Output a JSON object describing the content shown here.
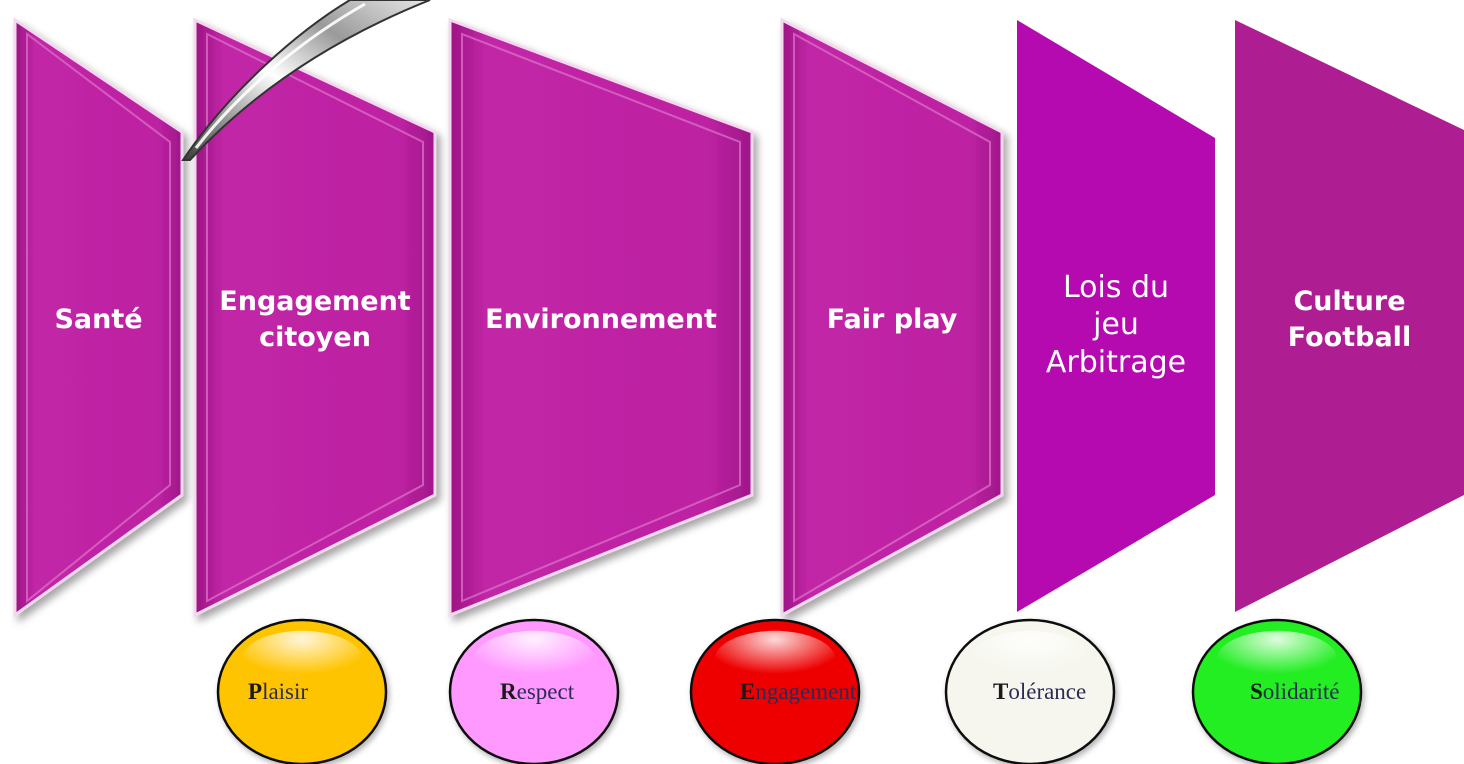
{
  "panels": [
    {
      "id": "sante",
      "lines": [
        "Santé"
      ],
      "style": "bold",
      "color": "#bb1f9f",
      "beveled": true
    },
    {
      "id": "engagement-citoyen",
      "lines": [
        "Engagement",
        "citoyen"
      ],
      "style": "bold",
      "color": "#bb1f9f",
      "beveled": true
    },
    {
      "id": "environnement",
      "lines": [
        "Environnement"
      ],
      "style": "bold",
      "color": "#bb1f9f",
      "beveled": true
    },
    {
      "id": "fair-play",
      "lines": [
        "Fair play"
      ],
      "style": "bold",
      "color": "#bb1f9f",
      "beveled": true
    },
    {
      "id": "lois-du-jeu",
      "lines": [
        "Lois du",
        "jeu",
        "Arbitrage"
      ],
      "style": "light",
      "color": "#b40ab0",
      "beveled": false
    },
    {
      "id": "culture-football",
      "lines": [
        "Culture",
        "Football"
      ],
      "style": "bold",
      "color": "#ae1e92",
      "beveled": false
    }
  ],
  "values": [
    {
      "id": "plaisir",
      "initial": "P",
      "rest": "laisir",
      "color": "#ffc400"
    },
    {
      "id": "respect",
      "initial": "R",
      "rest": "espect",
      "color": "#ff99ff"
    },
    {
      "id": "engagement",
      "initial": "E",
      "rest": "ngagement",
      "color": "#ee0000"
    },
    {
      "id": "tolerance",
      "initial": "T",
      "rest": "olérance",
      "color": "#f6f6ee"
    },
    {
      "id": "solidarite",
      "initial": "S",
      "rest": "olidarité",
      "color": "#22ee22"
    }
  ]
}
